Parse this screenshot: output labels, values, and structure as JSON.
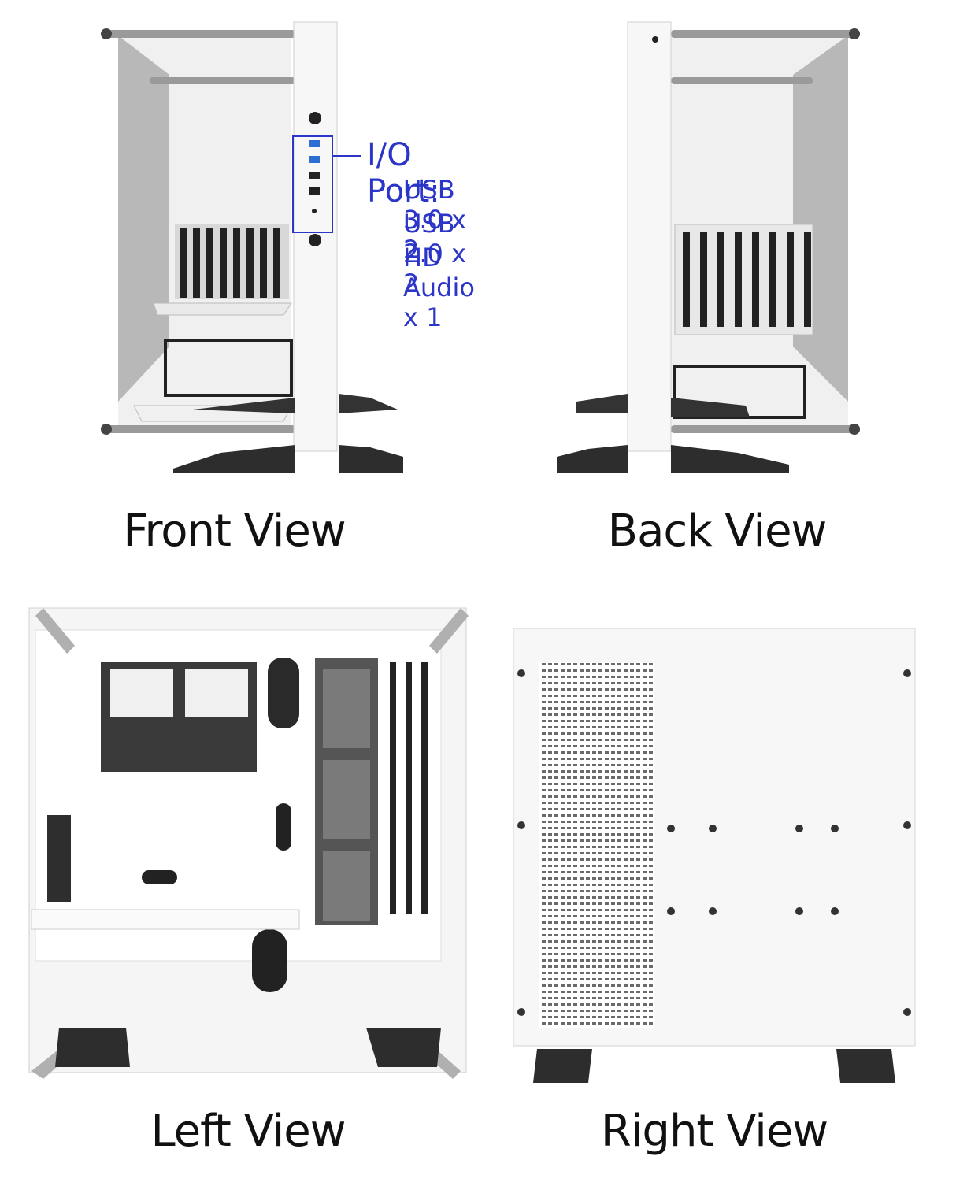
{
  "io_port": {
    "title": "I/O Port:",
    "items": [
      "USB 3.0 x 2",
      "USB 2.0 x 2",
      "HD Audio x 1"
    ]
  },
  "captions": {
    "front": "Front View",
    "back": "Back View",
    "left": "Left View",
    "right": "Right View"
  },
  "colors": {
    "accent": "#2b35c8",
    "caption": "#111111"
  },
  "icons": [
    "case-front-image",
    "case-back-image",
    "case-left-image",
    "case-right-image"
  ]
}
